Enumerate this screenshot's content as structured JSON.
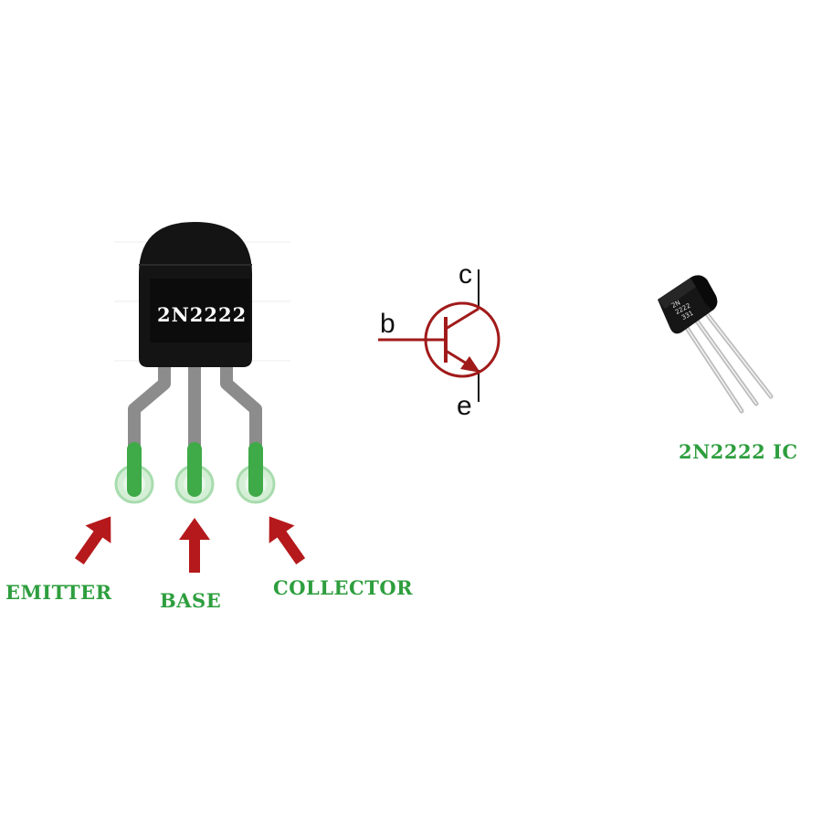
{
  "left_figure": {
    "body_label": "2N2222",
    "pins": [
      {
        "label": "EMITTER"
      },
      {
        "label": "BASE"
      },
      {
        "label": "COLLECTOR"
      }
    ]
  },
  "symbol": {
    "collector": "c",
    "base": "b",
    "emitter": "e"
  },
  "photo": {
    "chip_marking": [
      "2N",
      "2222",
      "331"
    ],
    "caption": "2N2222 IC"
  },
  "colors": {
    "label_green": "#2e9e3e",
    "arrow_red": "#b01818",
    "symbol_red": "#a11a1a",
    "body_black": "#111111",
    "lead_gray": "#8a8a8a",
    "pad_green": "#3fae4a"
  }
}
